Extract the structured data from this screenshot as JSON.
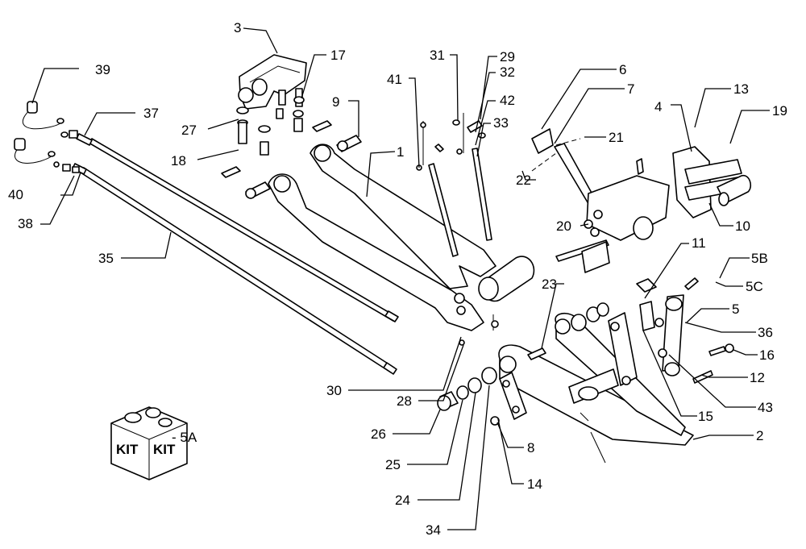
{
  "callouts": [
    {
      "label": "1"
    },
    {
      "label": "2"
    },
    {
      "label": "3"
    },
    {
      "label": "4"
    },
    {
      "label": "5"
    },
    {
      "label": "5A"
    },
    {
      "label": "5B"
    },
    {
      "label": "5C"
    },
    {
      "label": "6"
    },
    {
      "label": "7"
    },
    {
      "label": "8"
    },
    {
      "label": "9"
    },
    {
      "label": "10"
    },
    {
      "label": "11"
    },
    {
      "label": "12"
    },
    {
      "label": "13"
    },
    {
      "label": "14"
    },
    {
      "label": "15"
    },
    {
      "label": "16"
    },
    {
      "label": "17"
    },
    {
      "label": "18"
    },
    {
      "label": "19"
    },
    {
      "label": "20"
    },
    {
      "label": "21"
    },
    {
      "label": "22"
    },
    {
      "label": "23"
    },
    {
      "label": "24"
    },
    {
      "label": "25"
    },
    {
      "label": "26"
    },
    {
      "label": "27"
    },
    {
      "label": "28"
    },
    {
      "label": "29"
    },
    {
      "label": "30"
    },
    {
      "label": "31"
    },
    {
      "label": "32"
    },
    {
      "label": "33"
    },
    {
      "label": "34"
    },
    {
      "label": "35"
    },
    {
      "label": "36"
    },
    {
      "label": "37"
    },
    {
      "label": "38"
    },
    {
      "label": "39"
    },
    {
      "label": "40"
    },
    {
      "label": "41"
    },
    {
      "label": "42"
    },
    {
      "label": "43"
    }
  ],
  "kit_box": {
    "text_left": "KIT",
    "text_right": "KIT",
    "suffix": "- 5A"
  }
}
